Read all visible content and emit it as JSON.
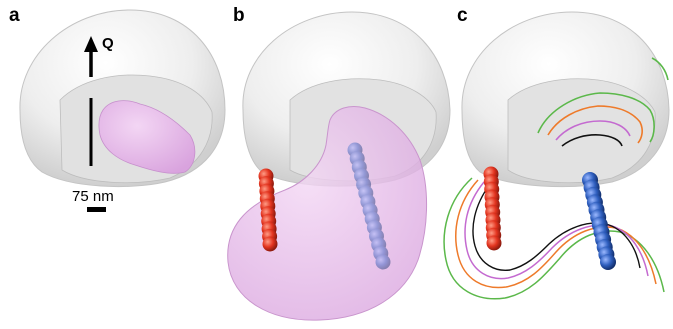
{
  "panels": [
    {
      "letter": "a"
    },
    {
      "letter": "b"
    },
    {
      "letter": "c"
    }
  ],
  "annotations": {
    "q_axis_label": "Q",
    "scale_bar_label": "75 nm"
  },
  "colors": {
    "shell": "#f1f1f1",
    "shell_shadow": "#c9c9c9",
    "pink_volume": "#e2b4e6",
    "red_chain": "#e8321e",
    "blue_chain": "#2f5fbf",
    "contour_green": "#5bb84a",
    "contour_orange": "#ee7a2a",
    "contour_magenta": "#c46ad0",
    "contour_black": "#111111"
  }
}
